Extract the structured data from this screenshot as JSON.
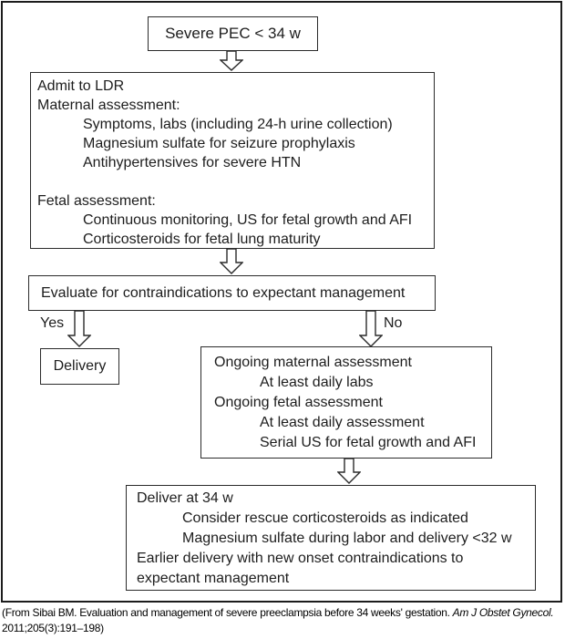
{
  "flowchart": {
    "start_label": "Severe PEC < 34 w",
    "admit_lines": [
      "Admit to LDR",
      "Maternal assessment:",
      "Symptoms, labs (including 24-h urine collection)",
      "Magnesium sulfate for seizure prophylaxis",
      "Antihypertensives for severe HTN",
      "Fetal assessment:",
      "Continuous monitoring, US for fetal growth and AFI",
      "Corticosteroids for fetal lung maturity"
    ],
    "evaluate_label": "Evaluate for contraindications to expectant management",
    "branch_yes_label": "Yes",
    "branch_no_label": "No",
    "delivery_label": "Delivery",
    "ongoing_lines": [
      "Ongoing maternal assessment",
      "At least daily labs",
      "Ongoing fetal assessment",
      "At least daily assessment",
      "Serial US for fetal growth and AFI"
    ],
    "deliver_lines": [
      "Deliver at 34 w",
      "Consider rescue corticosteroids as indicated",
      "Magnesium sulfate during labor and delivery <32 w",
      "Earlier delivery with new onset contraindications to expectant management"
    ]
  },
  "caption": {
    "line1_text": "(From Sibai BM. Evaluation and management of severe preeclampsia before 34 weeks' gestation. ",
    "line1_journal_italic": "Am J Obstet Gynecol.",
    "line2_text": "2011;205(3):191–198)"
  },
  "colors": {
    "line_color": "#2b2b2b",
    "text_color": "#1d1d1d",
    "background": "#ffffff"
  }
}
